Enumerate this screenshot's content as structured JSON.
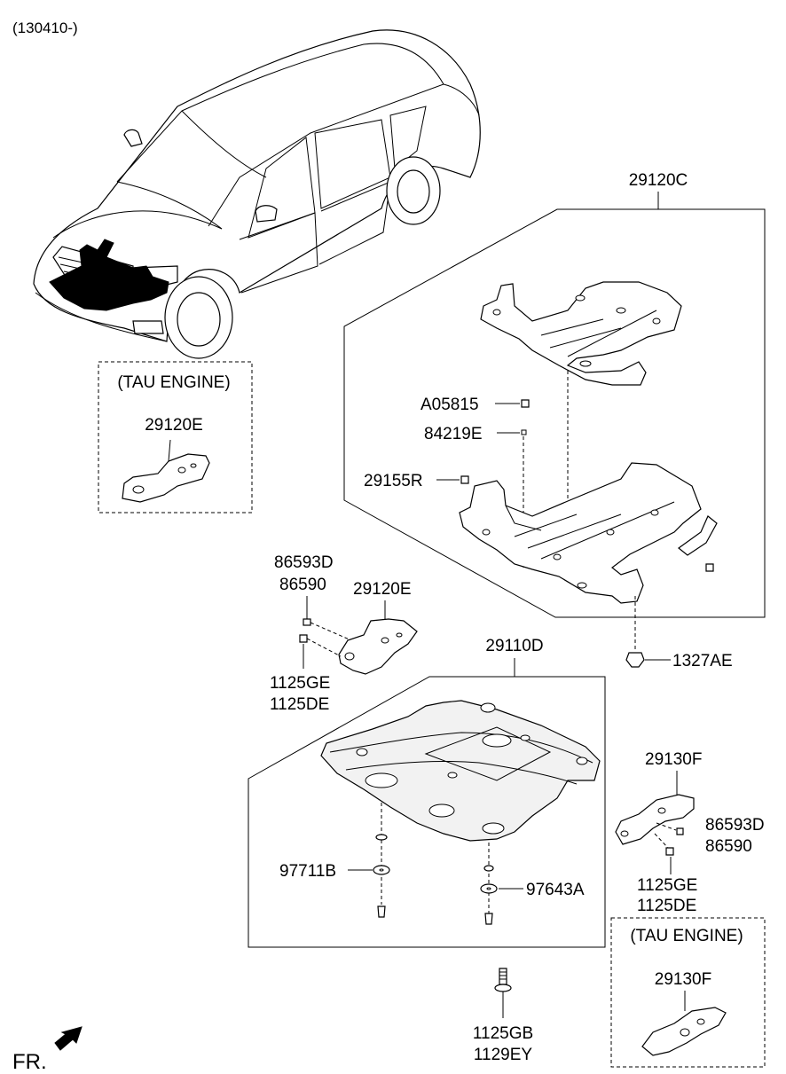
{
  "header": {
    "code": "(130410-)"
  },
  "variants": {
    "tau_engine_1": "(TAU ENGINE)",
    "tau_engine_2": "(TAU ENGINE)"
  },
  "labels": {
    "l_29120C": "29120C",
    "l_A05815": "A05815",
    "l_84219E": "84219E",
    "l_29155R": "29155R",
    "l_1327AE": "1327AE",
    "l_29120E_top": "29120E",
    "l_29120E_mid": "29120E",
    "l_86593D_l": "86593D",
    "l_86590_l": "86590",
    "l_1125GE_l": "1125GE",
    "l_1125DE_l": "1125DE",
    "l_29110D": "29110D",
    "l_97711B": "97711B",
    "l_97643A": "97643A",
    "l_29130F_mid": "29130F",
    "l_86593D_r": "86593D",
    "l_86590_r": "86590",
    "l_1125GE_r": "1125GE",
    "l_1125DE_r": "1125DE",
    "l_29130F_bot": "29130F",
    "l_1125GB": "1125GB",
    "l_1129EY": "1129EY"
  },
  "footer": {
    "front": "FR."
  }
}
